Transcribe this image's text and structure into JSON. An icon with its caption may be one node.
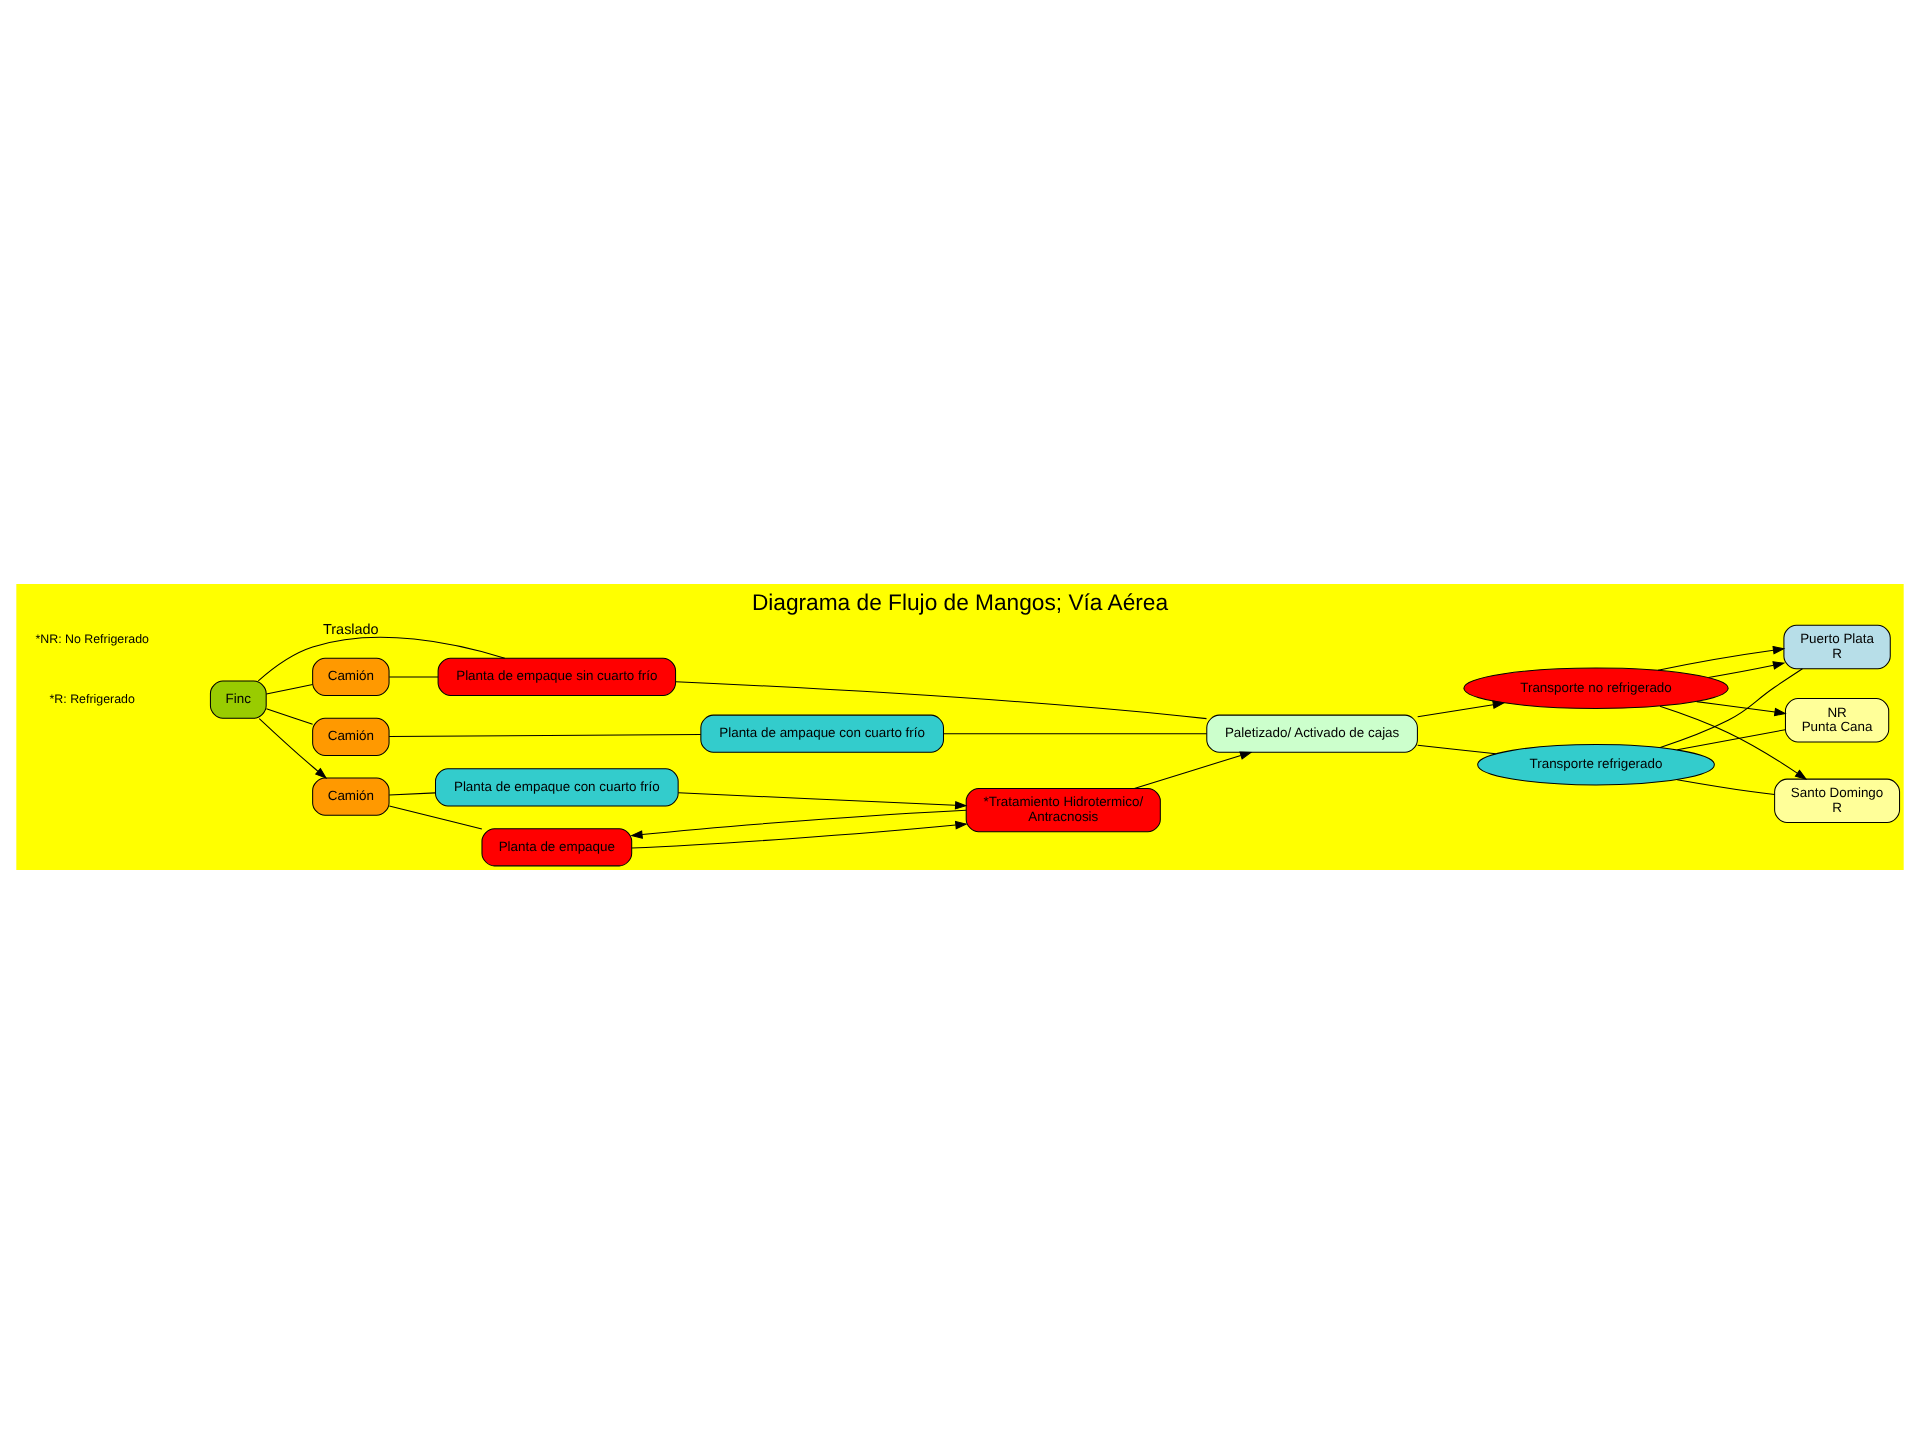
{
  "diagram": {
    "title": "Diagrama de Flujo de Mangos; Vía Aérea",
    "nodes": [
      {
        "text": [
          "Camión"
        ]
      },
      {
        "text": [
          "Finc"
        ]
      },
      {
        "text": [
          "Planta de empaque sin cuarto frío"
        ]
      },
      {
        "text": [
          "Paletizado/ Activado de cajas"
        ]
      },
      {
        "text": [
          "Transporte refrigerado"
        ]
      },
      {
        "text": [
          "Puerto Plata",
          "R"
        ]
      },
      {
        "text": [
          "Camión"
        ]
      },
      {
        "text": [
          "Planta de ampaque con cuarto frío"
        ]
      },
      {
        "text": [
          "NR",
          "Punta Cana"
        ]
      },
      {
        "text": [
          "Transporte no refrigerado"
        ]
      },
      {
        "text": [
          "Santo Domingo",
          "R"
        ]
      },
      {
        "text": [
          "Planta de empaque"
        ]
      },
      {
        "text": [
          "*Tratamiento Hidrotermico/",
          "Antracnosis"
        ]
      },
      {
        "text": [
          "Camión"
        ]
      },
      {
        "text": [
          "Planta de empaque con cuarto frío"
        ]
      }
    ],
    "edges": [
      {
        "from": 1,
        "to": 0,
        "arrow": "none"
      },
      {
        "from": 0,
        "to": 2,
        "arrow": "none"
      },
      {
        "from": 1,
        "to": 2,
        "arrow": "none",
        "label": "Traslado"
      },
      {
        "from": 1,
        "to": 6,
        "arrow": "none"
      },
      {
        "from": 6,
        "to": 7,
        "arrow": "none"
      },
      {
        "from": 1,
        "to": 13,
        "arrow": "to"
      },
      {
        "from": 2,
        "to": 3,
        "arrow": "none"
      },
      {
        "from": 7,
        "to": 3,
        "arrow": "none"
      },
      {
        "from": 3,
        "to": 4,
        "arrow": "none"
      },
      {
        "from": 3,
        "to": 9,
        "arrow": "to"
      },
      {
        "from": 4,
        "to": 5,
        "arrow": "none"
      },
      {
        "from": 4,
        "to": 8,
        "arrow": "none"
      },
      {
        "from": 4,
        "to": 10,
        "arrow": "none"
      },
      {
        "from": 9,
        "to": 5,
        "arrow": "to"
      },
      {
        "from": 9,
        "to": 5,
        "arrow": "to"
      },
      {
        "from": 9,
        "to": 8,
        "arrow": "to"
      },
      {
        "from": 9,
        "to": 10,
        "arrow": "to"
      },
      {
        "from": 13,
        "to": 11,
        "arrow": "none"
      },
      {
        "from": 13,
        "to": 14,
        "arrow": "none"
      },
      {
        "from": 12,
        "to": 11,
        "arrow": "to"
      },
      {
        "from": 11,
        "to": 12,
        "arrow": "to"
      },
      {
        "from": 14,
        "to": 12,
        "arrow": "to"
      },
      {
        "from": 12,
        "to": 3,
        "arrow": "to"
      }
    ],
    "labels": [
      "*R: Refrigerado",
      "*NR: No Refrigerado"
    ]
  }
}
